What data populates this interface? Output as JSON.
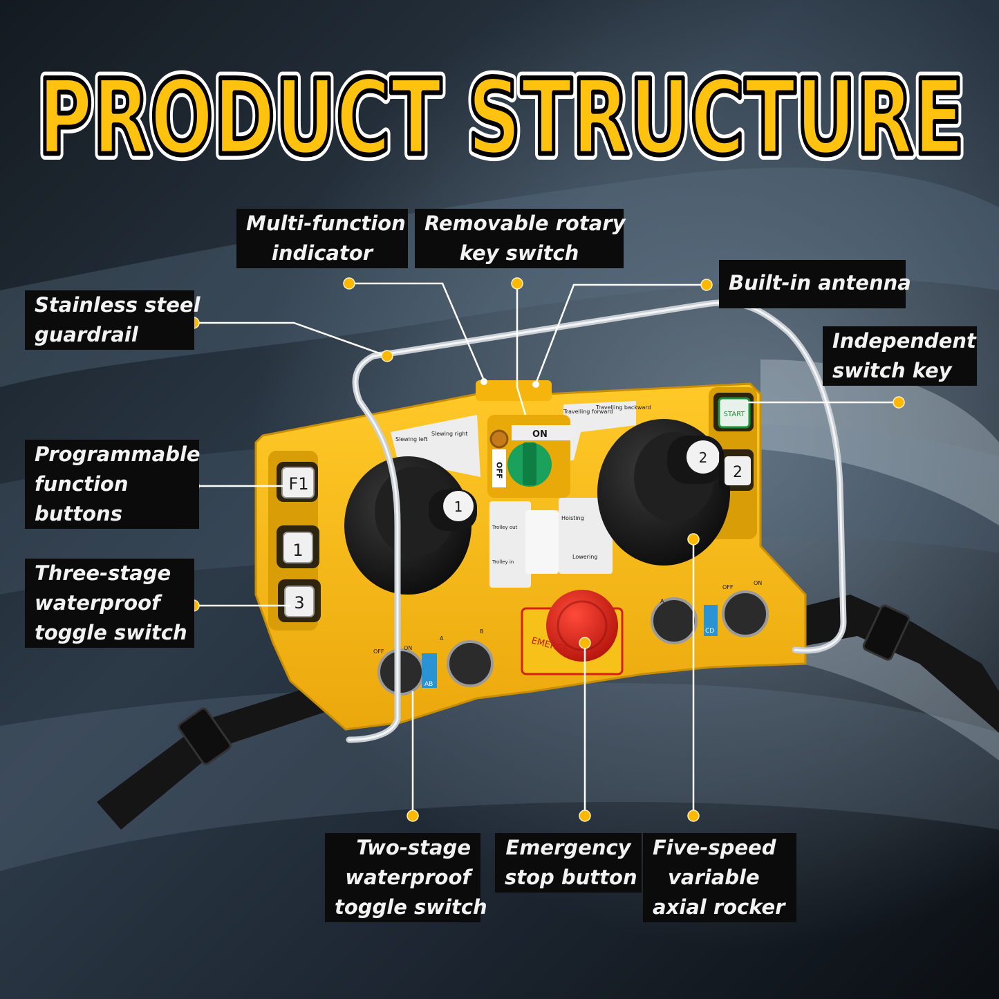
{
  "title": "PRODUCT STRUCTURE",
  "colors": {
    "title_fill": "#ffc20e",
    "label_bg": "#0b0b0b",
    "label_text": "#f2f2f2",
    "body": "#f7b90e",
    "dot": "#ffb800"
  },
  "device": {
    "left_buttons": [
      "F1",
      "1",
      "3"
    ],
    "right_buttons": [
      "START",
      "2"
    ],
    "joystick_left_mark": "1",
    "joystick_right_mark": "2",
    "key_on": "ON",
    "key_off": "OFF",
    "estop_plate": "EMERGE",
    "sticker_slew_left": "Slewing left",
    "sticker_slew_right": "Slewing right",
    "sticker_travel_fwd": "Travelling forward",
    "sticker_travel_back": "Travelling backward",
    "sticker_trolley_out": "Trolley out",
    "sticker_trolley_in": "Trolley in",
    "sticker_hoisting": "Hoisting",
    "sticker_lowering": "Lowering",
    "toggle_left_1_off": "OFF",
    "toggle_left_1_on": "ON",
    "toggle_left_2_a": "A",
    "toggle_left_2_b": "B",
    "toggle_left_tag": "AB",
    "toggle_right_1_a": "A",
    "toggle_right_tag": "CD",
    "toggle_right_2_off": "OFF",
    "toggle_right_2_on": "ON"
  },
  "labels": {
    "multi_function": [
      "Multi-function",
      "indicator"
    ],
    "rotary_key": [
      "Removable rotary",
      "key switch"
    ],
    "antenna": [
      "Built-in antenna"
    ],
    "guardrail": [
      "Stainless steel",
      "guardrail"
    ],
    "switch_key": [
      "Independent",
      "switch key"
    ],
    "programmable": [
      "Programmable",
      "function",
      "buttons"
    ],
    "three_stage": [
      "Three-stage",
      "waterproof",
      "toggle switch"
    ],
    "two_stage": [
      "Two-stage",
      "waterproof",
      "toggle switch"
    ],
    "emergency": [
      "Emergency",
      "stop button"
    ],
    "five_speed": [
      "Five-speed",
      "variable",
      "axial rocker"
    ]
  }
}
